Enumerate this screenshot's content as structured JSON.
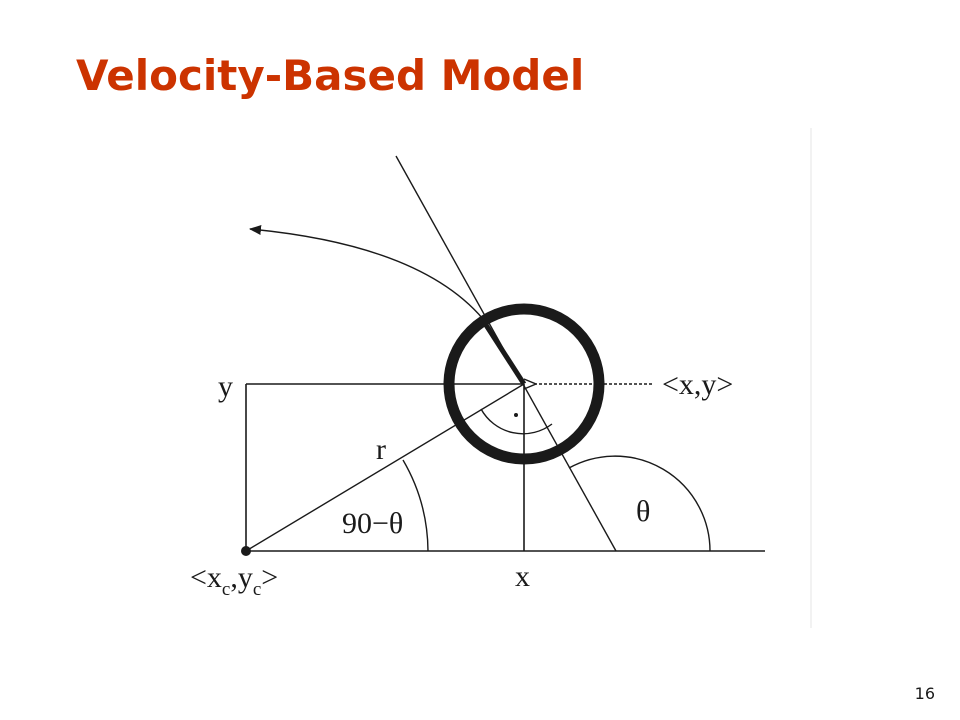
{
  "slide": {
    "title": "Velocity-Based Model",
    "page_number": "16"
  },
  "colors": {
    "title": "#cc3300",
    "ink": "#1a1a1a"
  },
  "diagram": {
    "labels": {
      "y_axis": "y",
      "x_axis": "x",
      "radius": "r",
      "complement_angle": "90−θ",
      "heading_angle": "θ",
      "robot_position": "<x,y>",
      "center_prefix": "<x",
      "center_sub_1": "c",
      "center_mid": ",y",
      "center_sub_2": "c",
      "center_suffix": ">"
    }
  }
}
